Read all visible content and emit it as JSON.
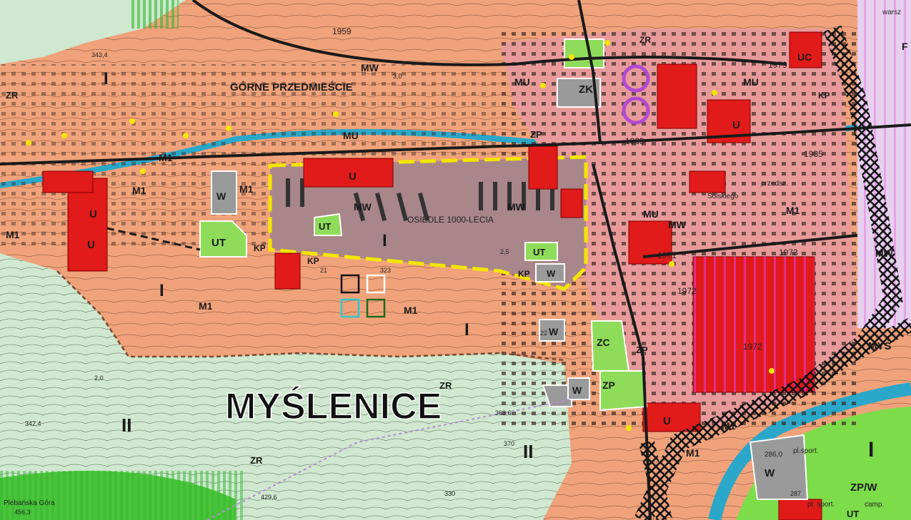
{
  "map": {
    "title": "MYŚLENICE",
    "district_name": "GÓRNE PRZEDMIEŚCIE",
    "estate_name": "OSIEDLE 1000-LECIA",
    "place_labels": {
      "myslenice_east": "MYŚ",
      "hill": "Plebańska Góra",
      "warsz": "warsz",
      "sport1": "pl.sport.",
      "sport2": "pl. sport.",
      "camp": "camp.",
      "przedsz": "przedsz.",
      "solskiego": "Solskiego"
    },
    "zone_codes": {
      "M1": "M1",
      "MW": "MW",
      "MU": "MU",
      "U": "U",
      "UT": "UT",
      "UC": "UC",
      "W": "W",
      "KP": "KP",
      "ZK": "ZK",
      "ZP": "ZP",
      "ZC": "ZC",
      "ZR": "ZR",
      "ZPW": "ZP/W",
      "F": "F"
    },
    "roman": {
      "one": "I",
      "two": "II"
    },
    "years": {
      "y1959": "1959",
      "y1979": "1979",
      "y1935": "1935",
      "y1971": "1971",
      "y1973": "1973",
      "y1972": "1972",
      "y1972b": "1972",
      "y1935b": "1935"
    },
    "elevations": {
      "e1": "343,4",
      "e2": "323",
      "e3": "363,6",
      "e4": "342,4",
      "e5": "429,6",
      "e6": "456,3",
      "e7": "286,0",
      "e8": "370",
      "e9": "330",
      "e10": "2,0",
      "e11": "2,5",
      "e12": "3,0",
      "e13": "287",
      "e14": "21",
      "e15": "22"
    },
    "colors": {
      "m1": "#f0a27a",
      "zr": "#cfe8cf",
      "mw": "#a9868a",
      "mu": "#e89a9a",
      "u": "#e11a1a",
      "ut": "#8fdc5a",
      "w": "#9a9a9a",
      "water": "#2aa7c9",
      "road": "#222222",
      "boundary": "#f3e600",
      "purple": "#b24ad1"
    }
  }
}
